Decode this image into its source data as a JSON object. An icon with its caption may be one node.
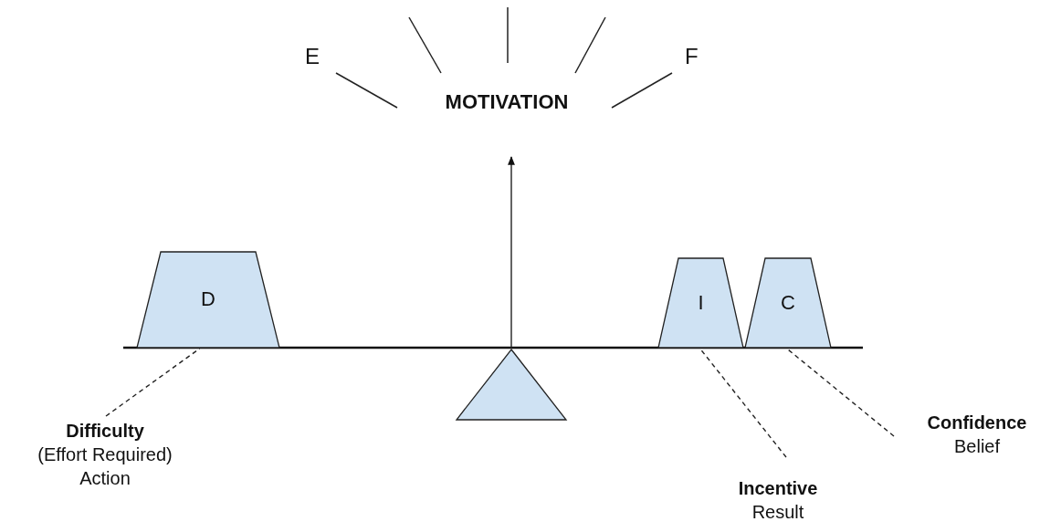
{
  "diagram": {
    "nodes": [
      {
        "text": [
          "MOTIVATION"
        ]
      },
      {
        "text": [
          "D"
        ]
      },
      {
        "text": [
          "I"
        ]
      },
      {
        "text": [
          "C"
        ]
      },
      {
        "text": [],
        "shape": "triangle"
      },
      {
        "text": [
          "Difficulty",
          "(Effort Required)",
          "Action"
        ]
      },
      {
        "text": [
          "Incentive",
          "Result"
        ]
      },
      {
        "text": [
          "Confidence",
          "Belief"
        ]
      }
    ],
    "edges": [
      {
        "from": 4,
        "to": 0,
        "arrow": "to"
      },
      {
        "from": 5,
        "to": 1,
        "arrow": "none",
        "style": "dashed"
      },
      {
        "from": 6,
        "to": 2,
        "arrow": "none",
        "style": "dashed"
      },
      {
        "from": 7,
        "to": 3,
        "arrow": "none",
        "style": "dashed"
      }
    ],
    "labels": [
      "E",
      "F"
    ]
  }
}
